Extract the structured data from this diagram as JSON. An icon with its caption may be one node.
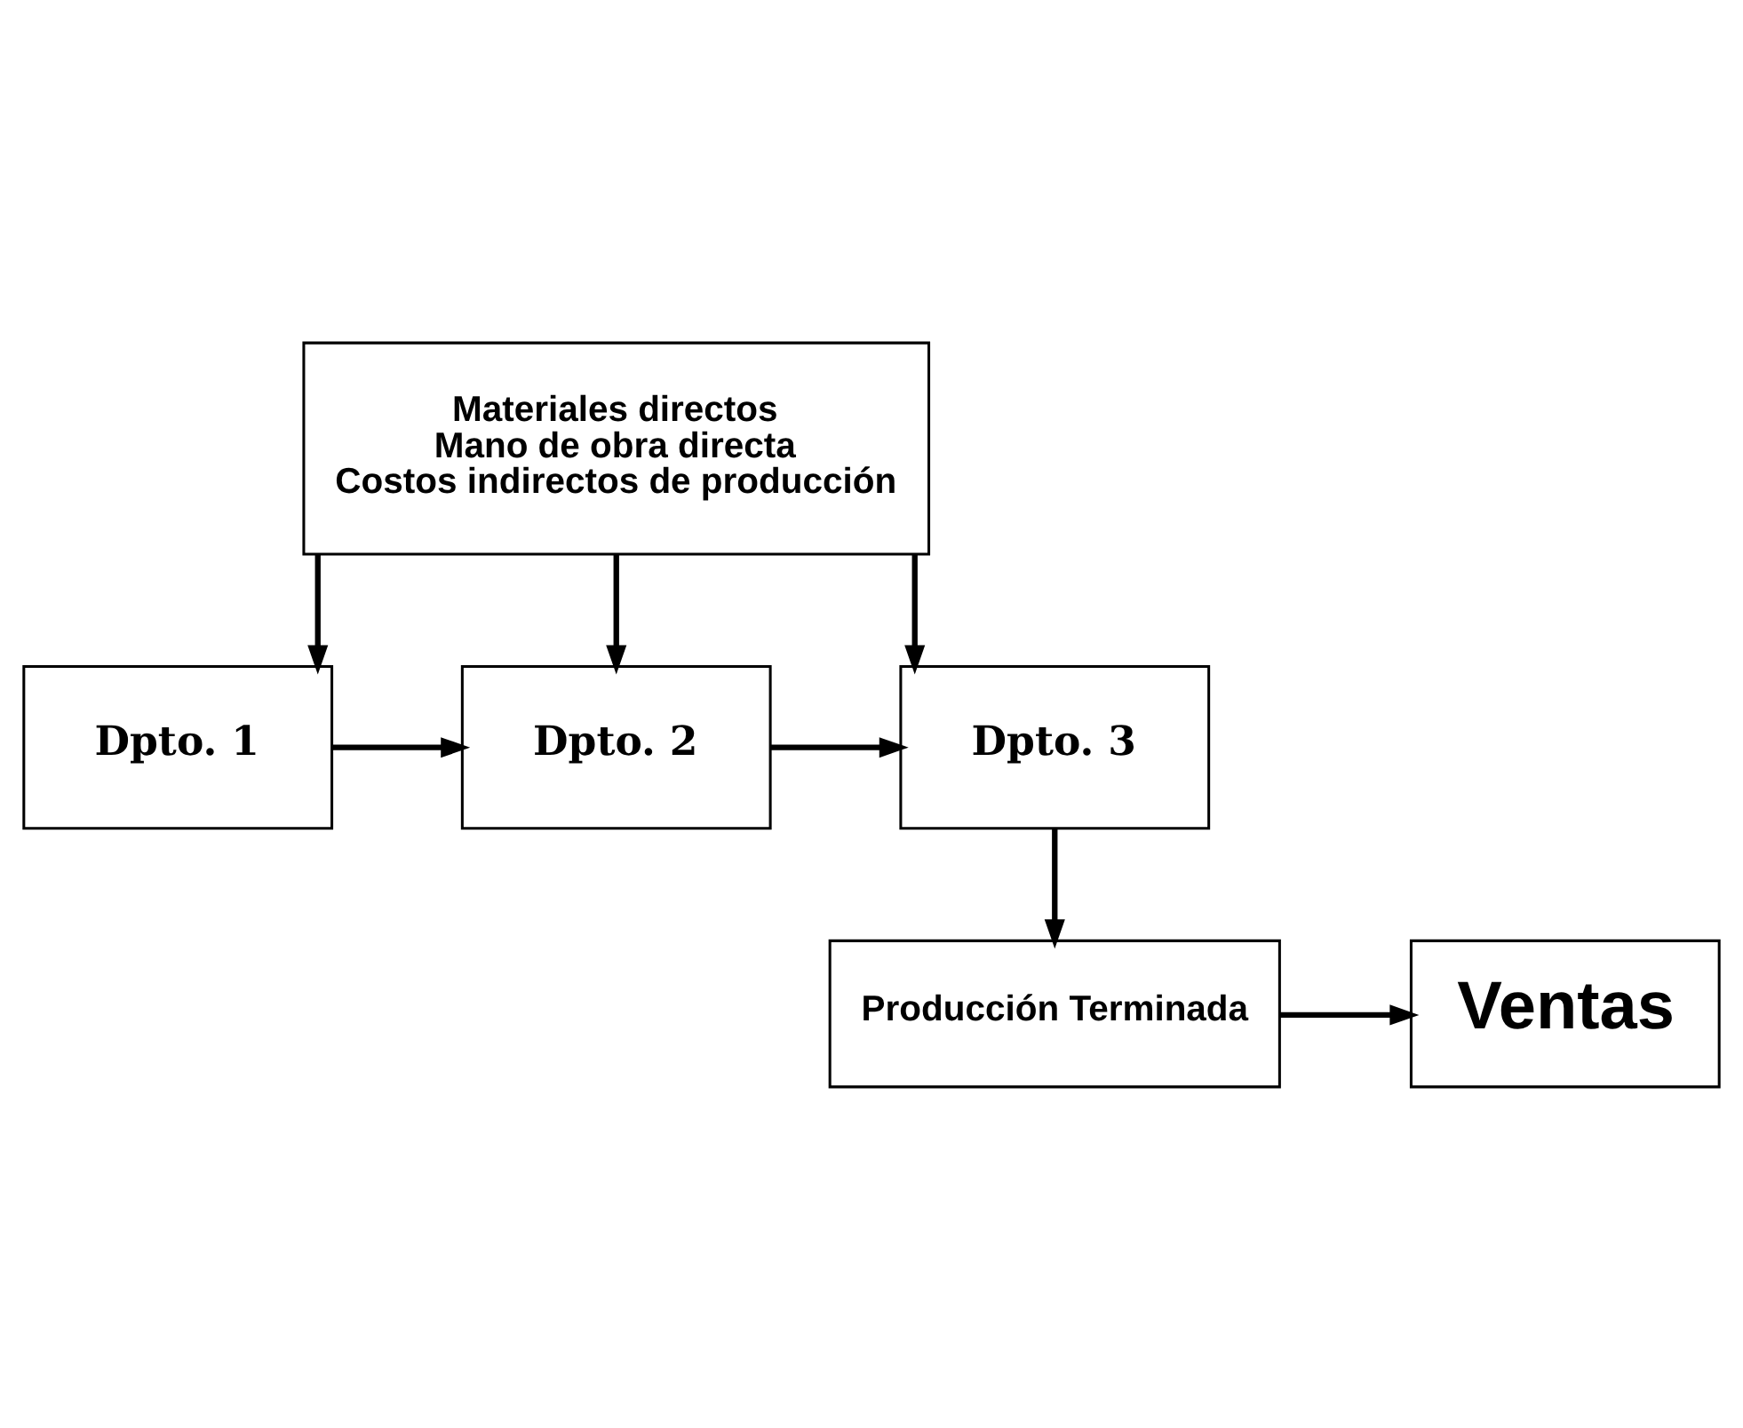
{
  "diagram": {
    "nodes": [
      {
        "text": [
          "Materiales directos",
          "Mano de obra directa",
          "Costos indirectos de producción"
        ]
      },
      {
        "text": [
          "Dpto. 1"
        ]
      },
      {
        "text": [
          "Dpto. 2"
        ]
      },
      {
        "text": [
          "Dpto. 3"
        ]
      },
      {
        "text": [
          "Ventas"
        ]
      },
      {
        "text": [
          "Producción Terminada"
        ]
      }
    ],
    "edges": [
      {
        "from": 0,
        "to": 1,
        "arrow": "to"
      },
      {
        "from": 0,
        "to": 2,
        "arrow": "to"
      },
      {
        "from": 0,
        "to": 3,
        "arrow": "to"
      },
      {
        "from": 1,
        "to": 2,
        "arrow": "to"
      },
      {
        "from": 2,
        "to": 3,
        "arrow": "to"
      },
      {
        "from": 3,
        "to": 5,
        "arrow": "to"
      },
      {
        "from": 5,
        "to": 4,
        "arrow": "to"
      }
    ]
  }
}
